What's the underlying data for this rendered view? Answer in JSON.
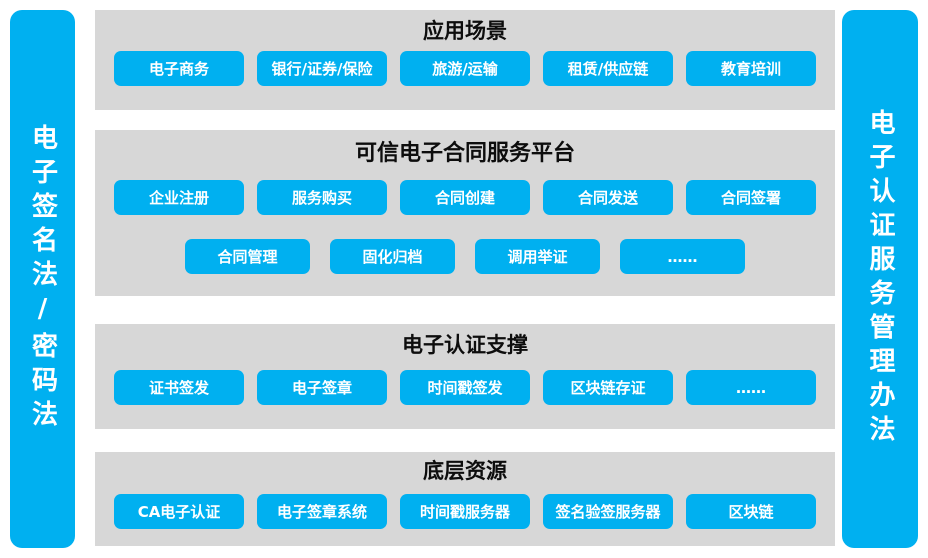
{
  "colors": {
    "accent": "#00B0F0",
    "panel_gray": "#D7D7D7",
    "title_text": "#0D0D0D",
    "button_text": "#FFFFFF"
  },
  "left_bar": {
    "label": "电子签名法/密码法"
  },
  "right_bar": {
    "label": "电子认证服务管理办法"
  },
  "sections": [
    {
      "title": "应用场景",
      "rows": [
        [
          "电子商务",
          "银行/证券/保险",
          "旅游/运输",
          "租赁/供应链",
          "教育培训"
        ]
      ]
    },
    {
      "title": "可信电子合同服务平台",
      "rows": [
        [
          "企业注册",
          "服务购买",
          "合同创建",
          "合同发送",
          "合同签署"
        ],
        [
          "合同管理",
          "固化归档",
          "调用举证",
          "……"
        ]
      ]
    },
    {
      "title": "电子认证支撑",
      "rows": [
        [
          "证书签发",
          "电子签章",
          "时间戳签发",
          "区块链存证",
          "……"
        ]
      ]
    },
    {
      "title": "底层资源",
      "rows": [
        [
          "CA电子认证",
          "电子签章系统",
          "时间戳服务器",
          "签名验签服务器",
          "区块链"
        ]
      ]
    }
  ]
}
